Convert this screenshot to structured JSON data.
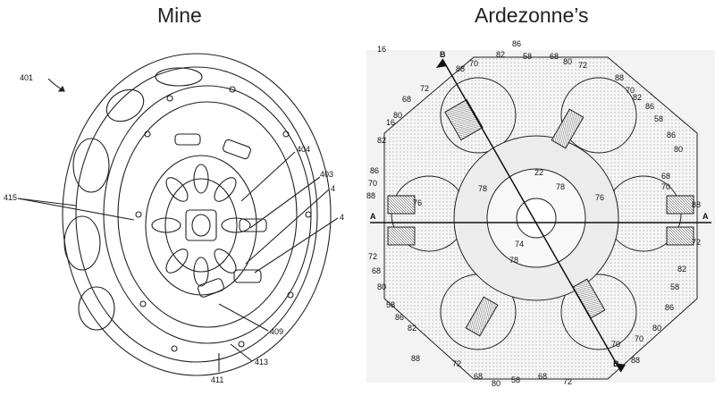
{
  "titles": {
    "left": "Mine",
    "right": "Ardezonne’s"
  },
  "left_figure": {
    "ref": "401",
    "labels": [
      "415",
      "404",
      "403",
      "4",
      "4",
      "409",
      "413",
      "411"
    ]
  },
  "right_figure": {
    "labels": [
      "16",
      "86",
      "82",
      "58",
      "68",
      "80",
      "88",
      "70",
      "72",
      "88",
      "72",
      "70",
      "82",
      "86",
      "58",
      "86",
      "80",
      "68",
      "80",
      "16",
      "82",
      "86",
      "70",
      "88",
      "76",
      "22",
      "78",
      "78",
      "76",
      "70",
      "68",
      "88",
      "72",
      "74",
      "78",
      "72",
      "82",
      "68",
      "80",
      "58",
      "86",
      "58",
      "86",
      "82",
      "80",
      "70",
      "88",
      "72",
      "68",
      "80",
      "58",
      "68",
      "72",
      "70",
      "88"
    ],
    "section_a": "A",
    "section_b": "B"
  }
}
